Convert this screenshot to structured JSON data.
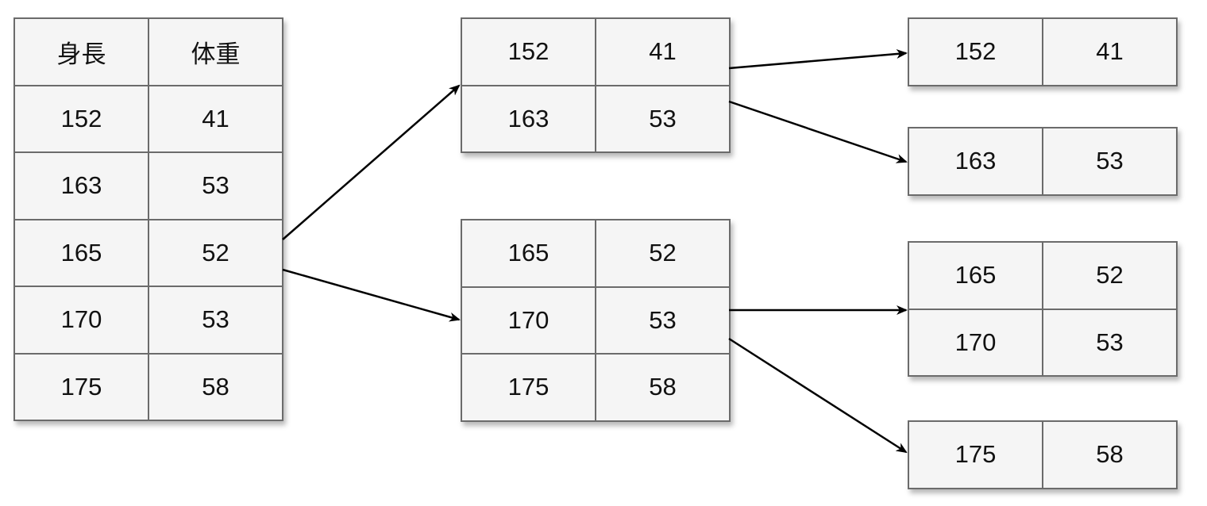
{
  "tables": [
    {
      "id": "source-table",
      "header": [
        "身長",
        "体重"
      ],
      "rows": [
        [
          "152",
          "41"
        ],
        [
          "163",
          "53"
        ],
        [
          "165",
          "52"
        ],
        [
          "170",
          "53"
        ],
        [
          "175",
          "58"
        ]
      ]
    },
    {
      "id": "split-left-table",
      "rows": [
        [
          "152",
          "41"
        ],
        [
          "163",
          "53"
        ]
      ]
    },
    {
      "id": "split-right-table",
      "rows": [
        [
          "165",
          "52"
        ],
        [
          "170",
          "53"
        ],
        [
          "175",
          "58"
        ]
      ]
    },
    {
      "id": "leaf-152-table",
      "rows": [
        [
          "152",
          "41"
        ]
      ]
    },
    {
      "id": "leaf-163-table",
      "rows": [
        [
          "163",
          "53"
        ]
      ]
    },
    {
      "id": "leaf-165-170-table",
      "rows": [
        [
          "165",
          "52"
        ],
        [
          "170",
          "53"
        ]
      ]
    },
    {
      "id": "leaf-175-table",
      "rows": [
        [
          "175",
          "58"
        ]
      ]
    }
  ],
  "colors": {
    "cell_fill": "#f5f5f5",
    "border": "#6b6b6b",
    "arrow": "#000000",
    "text": "#111111"
  }
}
